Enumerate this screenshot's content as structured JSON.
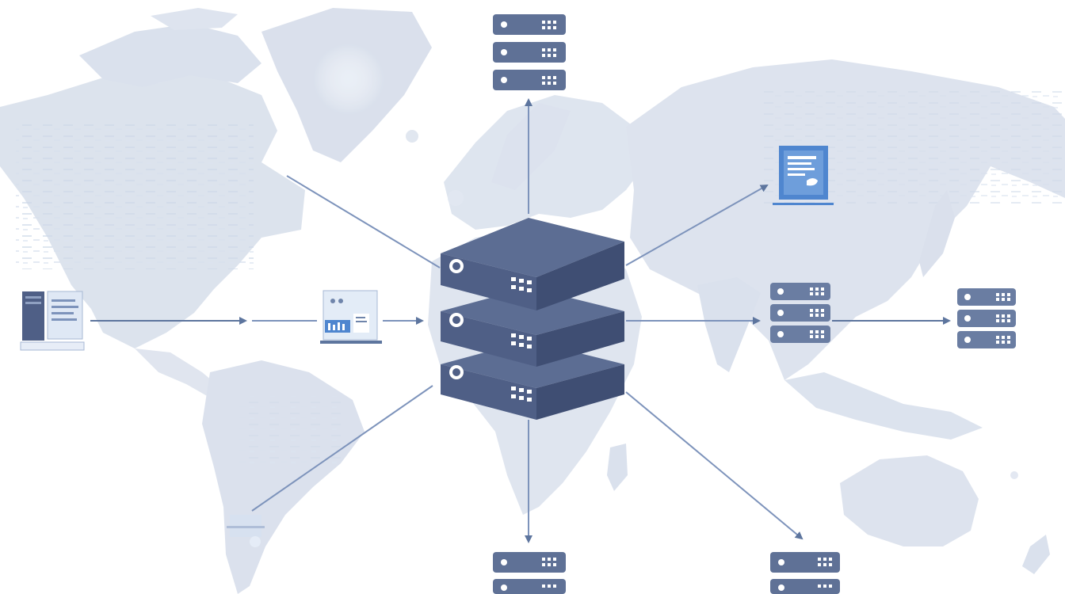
{
  "colors": {
    "background": "#ffffff",
    "continent_fill": "#c9d3e3",
    "continent_tint": "#aebdd6",
    "connector": "#7d93bb",
    "connector_strong": "#5d759e",
    "server_top": "#5c6d93",
    "server_front": "#4f5f86",
    "server_side": "#3f4e73",
    "rack_unit": "#5f7196",
    "doc_blue": "#4f86cf",
    "light_blue_panel": "#e3ecf7"
  },
  "diagram": {
    "central_node": {
      "icon": "server-stack-icon",
      "units": 3
    },
    "nodes": [
      {
        "id": "north-rack",
        "icon": "server-rack-icon",
        "units": 3
      },
      {
        "id": "document-monitor",
        "icon": "document-monitor-icon"
      },
      {
        "id": "east-rack",
        "icon": "server-rack-icon",
        "units": 3
      },
      {
        "id": "far-east-rack",
        "icon": "server-rack-icon",
        "units": 3
      },
      {
        "id": "south-rack",
        "icon": "server-rack-icon",
        "units": 2
      },
      {
        "id": "southeast-rack",
        "icon": "server-rack-icon",
        "units": 2
      },
      {
        "id": "desktop-workstation",
        "icon": "desktop-computer-icon"
      },
      {
        "id": "laptop-dashboard",
        "icon": "laptop-dashboard-icon"
      }
    ],
    "map": {
      "icon": "world-map-icon",
      "style": "faded-blue"
    }
  }
}
